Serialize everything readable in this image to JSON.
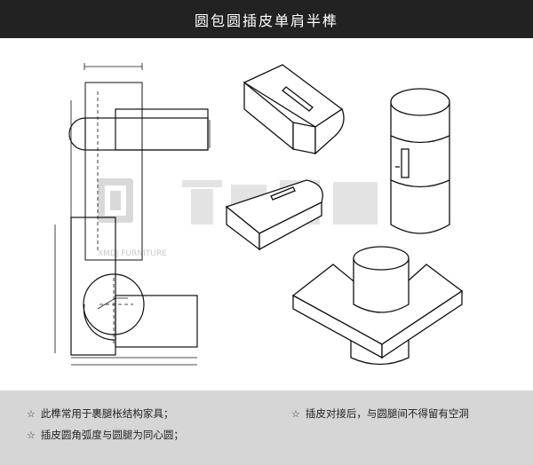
{
  "title": "圆包圆插皮单肩半榫",
  "watermark": {
    "brand_text": "XMDJ FURNITURE",
    "color": "#d6d6d6"
  },
  "notes": [
    {
      "text": "此榫常用于裹腿枨结构家具；"
    },
    {
      "text": "插皮圆角弧度与圆腿为同心圆；"
    },
    {
      "text": "插皮对接后，与圆腿间不得留有空洞"
    }
  ],
  "colors": {
    "title_bg": "#222222",
    "footer_bg": "#d6d6d6",
    "line": "#111111"
  }
}
